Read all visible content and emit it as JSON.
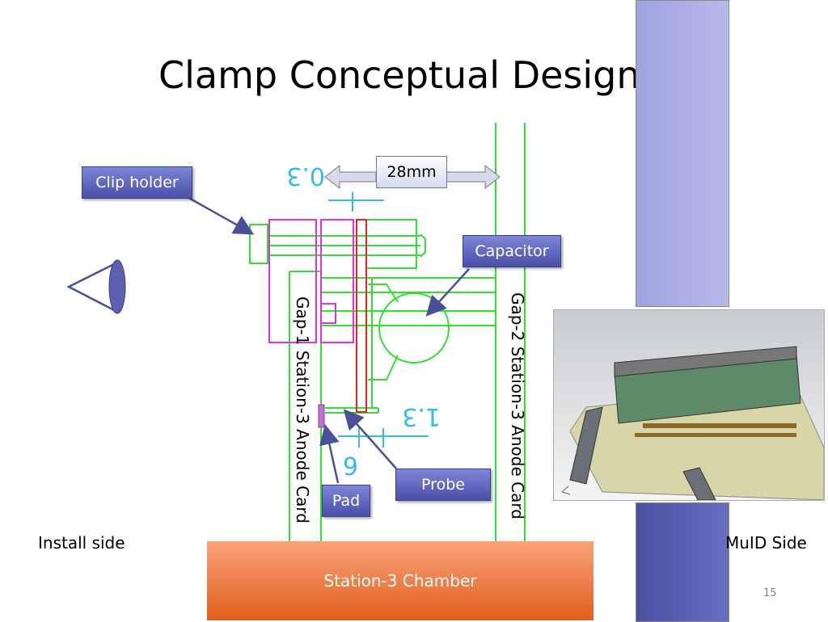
{
  "slide": {
    "title": "Clamp Conceptual Design",
    "page_number": "15"
  },
  "labels": {
    "clip_holder": "Clip holder",
    "capacitor": "Capacitor",
    "probe": "Probe",
    "pad": "Pad",
    "dimension": "28mm",
    "gap1_card": "Gap-1 Station-3 Anode Card",
    "gap2_card": "Gap-2 Station-3 Anode Card",
    "install_side": "Install side",
    "muid_side": "MuID Side",
    "chamber": "Station-3 Chamber"
  },
  "drawing_annotations": {
    "dim_top": "0.3",
    "dim_mid": "1.3",
    "dim_low": "6"
  },
  "colors": {
    "drawing_green": "#33dd33",
    "magenta": "#dd33dd",
    "red": "#ee2222",
    "cyan": "#33bbee",
    "label_blue": "#5a60b8",
    "bar_blue": "#a9abe4",
    "chamber_orange": "#ef7b3f"
  }
}
